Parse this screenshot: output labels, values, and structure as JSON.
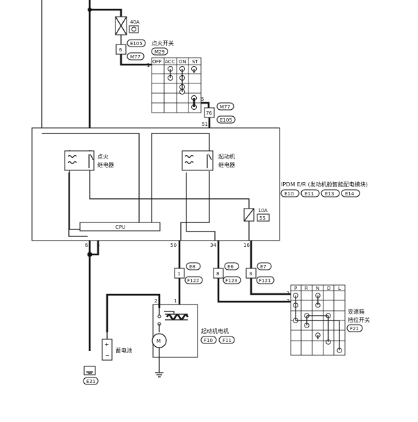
{
  "fuse": {
    "rating": "40A"
  },
  "connectors": {
    "e105_top": "E105",
    "m77_top": "M77",
    "pin_6": "6",
    "m29": "M29",
    "m77_mid": "M77",
    "pin_76": "76",
    "e105_mid": "E105",
    "pin_5_sw": "5",
    "pin_51": "51"
  },
  "ignition_switch": {
    "title": "点火开关",
    "positions": [
      "OFF",
      "ACC",
      "ON",
      "ST"
    ],
    "pin_in": "1"
  },
  "ipdm": {
    "title": "IPDM E/R (发动机舱智能配电模块)",
    "connectors": [
      "E10",
      "E11",
      "E13",
      "E14"
    ],
    "ign_relay": [
      "点火",
      "继电器"
    ],
    "start_relay": [
      "起动机",
      "继电器"
    ],
    "cpu": "CPU",
    "fuse10": "10A",
    "fuse_no": "55",
    "pins": [
      "6",
      "5",
      "50",
      "34",
      "16"
    ]
  },
  "starter_conn": {
    "e": "E8",
    "pin": "1",
    "f": "F122"
  },
  "trans_conn_a": {
    "e": "E6",
    "pin": "8",
    "f": "F123"
  },
  "trans_conn_b": {
    "e": "E7",
    "pin": "3",
    "f": "F121"
  },
  "starter_motor": {
    "title": "起动机电机",
    "connectors": [
      "F10",
      "F11"
    ],
    "pin2": "2",
    "pin1": "1",
    "m": "M"
  },
  "battery": {
    "title": "蓄电池"
  },
  "ground": {
    "conn": "E21"
  },
  "range_switch": {
    "positions": [
      "P",
      "R",
      "N",
      "D",
      "L"
    ],
    "title": [
      "变速箱",
      "档位开关"
    ],
    "conn": "F21",
    "pin1": "1",
    "pin2": "2"
  }
}
